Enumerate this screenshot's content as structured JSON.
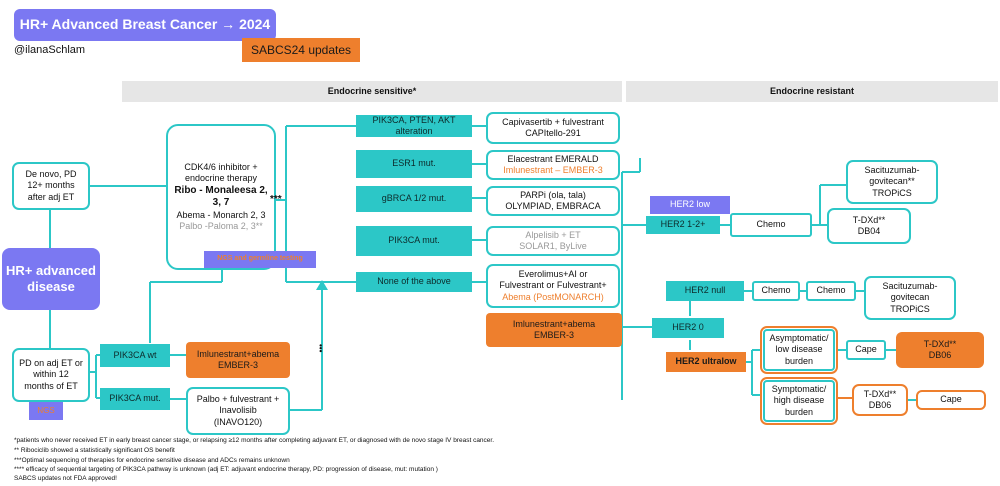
{
  "header": {
    "title": "HR+ Advanced Breast Cancer → 2024",
    "handle": "@ilanaSchlam",
    "badge": "SABCS24 updates"
  },
  "sections": {
    "sensitive": "Endocrine sensitive*",
    "resistant": "Endocrine resistant"
  },
  "left": {
    "denovo": "De novo, PD 12+ months after adj ET",
    "main": "HR+ advanced disease",
    "pd": "PD on adj ET or within 12 months of ET",
    "ngs": "NGS"
  },
  "cdk": {
    "l1": "CDK4/6 inhibitor + endocrine therapy",
    "l2": "Ribo - Monaleesa 2, 3, 7",
    "l3": "Abema - Monarch 2, 3",
    "l4": "Palbo -Paloma 2, 3**",
    "dots": "***"
  },
  "ngs_germline": "NGS and germline testing",
  "pik_wt": {
    "label": "PIK3CA wt",
    "tx1": "Imlunestrant+abema",
    "tx2": "EMBER-3",
    "dots": "•••"
  },
  "pik_mut": {
    "label": "PIK3CA mut.",
    "tx1": "Palbo + fulvestrant + Inavolisib",
    "tx2": "(INAVO120)"
  },
  "alterations": [
    {
      "label": "PIK3CA, PTEN, AKT alteration",
      "tx": [
        "Capivasertib + fulvestrant",
        "CAPItello-291"
      ]
    },
    {
      "label": "ESR1 mut.",
      "tx": [
        "Elacestrant EMERALD",
        "Imlunestrant – EMBER-3"
      ]
    },
    {
      "label": "gBRCA 1/2 mut.",
      "tx": [
        "PARPi (ola, tala)",
        "OLYMPIAD, EMBRACA"
      ]
    },
    {
      "label": "PIK3CA mut.",
      "tx": [
        "Alpelisib + ET",
        "SOLAR1, ByLive"
      ]
    },
    {
      "label": "None of the above",
      "tx": [
        "Everolimus+AI or",
        "Fulvestrant or Fulvestrant+",
        "Abema (PostMONARCH)"
      ]
    }
  ],
  "imlu_abema": [
    "Imlunestrant+abema",
    "EMBER-3"
  ],
  "her2": {
    "low_header": "HER2 low",
    "low": "HER2 1-2+",
    "chemo": "Chemo",
    "saci1": [
      "Sacituzumab-",
      "govitecan**",
      "TROPiCS"
    ],
    "tdxd_db04": [
      "T-DXd**",
      "DB04"
    ],
    "null": "HER2 null",
    "chemo2": "Chemo",
    "chemo3": "Chemo",
    "saci2": [
      "Sacituzumab-",
      "govitecan",
      "TROPiCS"
    ],
    "zero": "HER2 0",
    "ultralow": "HER2 ultralow",
    "asym": [
      "Asymptomatic/",
      "low disease",
      "burden"
    ],
    "cape1": "Cape",
    "tdxd_db06a": [
      "T-DXd**",
      "DB06"
    ],
    "sym": [
      "Symptomatic/",
      "high disease",
      "burden"
    ],
    "tdxd_db06b": [
      "T-DXd**",
      "DB06"
    ],
    "cape2": "Cape"
  },
  "footnotes": [
    "*patients who never received ET in early breast cancer stage, or relapsing ≥12 months after completing adjuvant ET, or diagnosed with de novo stage IV breast cancer.",
    "** Ribociclib showed a statistically significant OS benefit",
    "***Optimal sequencing of therapies for endocrine sensitive disease and ADCs remains unknown",
    "**** efficacy of sequential targeting of PIK3CA pathway is unknown  (adj ET: adjuvant endocrine therapy, PD: progression of disease, mut: mutation )",
    "SABCS updates not FDA approved!"
  ],
  "colors": {
    "teal": "#2cc7c7",
    "orange": "#ee7f2d",
    "purple": "#7b78f2",
    "gray": "#e6e6e6"
  }
}
